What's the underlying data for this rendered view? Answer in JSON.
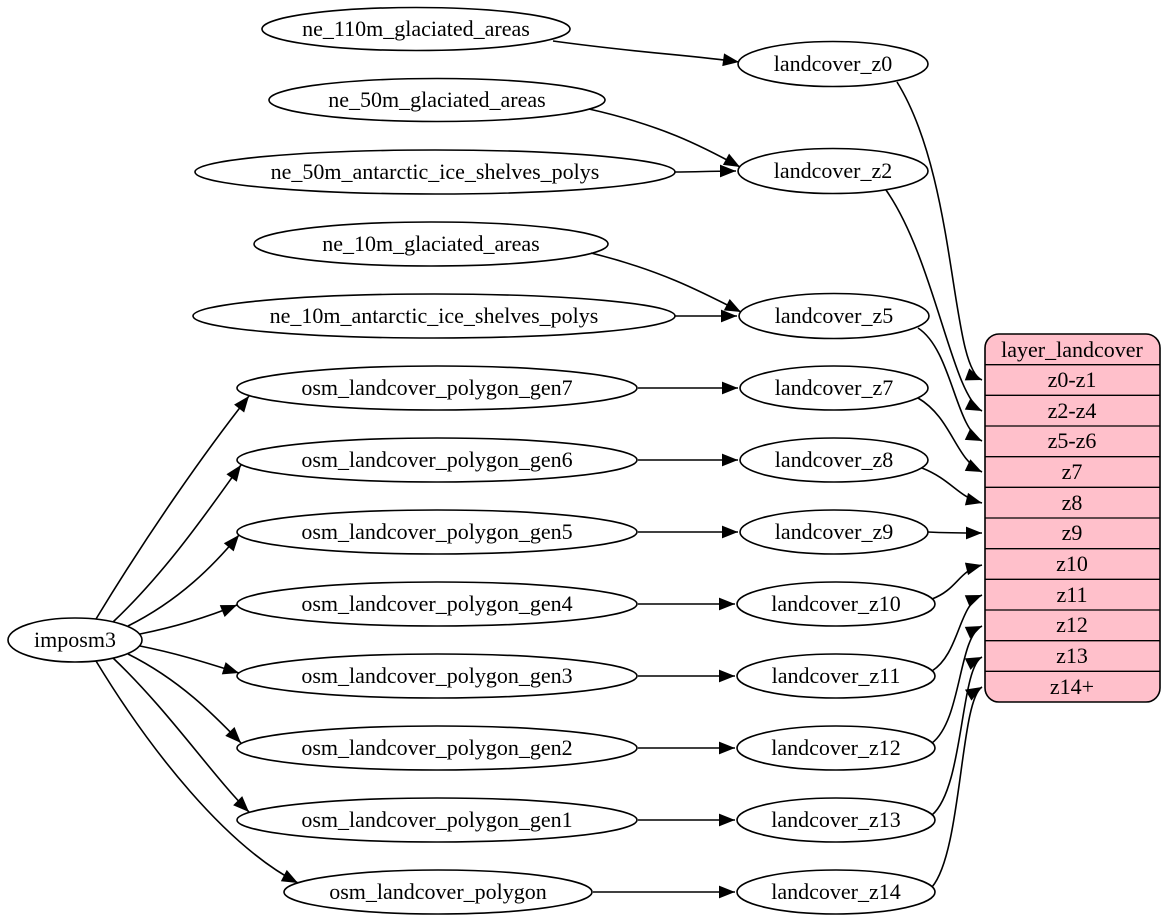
{
  "diagram": {
    "description": "ETL dependency graph for landcover layer",
    "nodes": [
      {
        "id": "imposm3",
        "label": "imposm3"
      },
      {
        "id": "ne_110m_glaciated_areas",
        "label": "ne_110m_glaciated_areas"
      },
      {
        "id": "ne_50m_glaciated_areas",
        "label": "ne_50m_glaciated_areas"
      },
      {
        "id": "ne_50m_antarctic_ice_shelves_polys",
        "label": "ne_50m_antarctic_ice_shelves_polys"
      },
      {
        "id": "ne_10m_glaciated_areas",
        "label": "ne_10m_glaciated_areas"
      },
      {
        "id": "ne_10m_antarctic_ice_shelves_polys",
        "label": "ne_10m_antarctic_ice_shelves_polys"
      },
      {
        "id": "osm_landcover_polygon_gen7",
        "label": "osm_landcover_polygon_gen7"
      },
      {
        "id": "osm_landcover_polygon_gen6",
        "label": "osm_landcover_polygon_gen6"
      },
      {
        "id": "osm_landcover_polygon_gen5",
        "label": "osm_landcover_polygon_gen5"
      },
      {
        "id": "osm_landcover_polygon_gen4",
        "label": "osm_landcover_polygon_gen4"
      },
      {
        "id": "osm_landcover_polygon_gen3",
        "label": "osm_landcover_polygon_gen3"
      },
      {
        "id": "osm_landcover_polygon_gen2",
        "label": "osm_landcover_polygon_gen2"
      },
      {
        "id": "osm_landcover_polygon_gen1",
        "label": "osm_landcover_polygon_gen1"
      },
      {
        "id": "osm_landcover_polygon",
        "label": "osm_landcover_polygon"
      },
      {
        "id": "landcover_z0",
        "label": "landcover_z0"
      },
      {
        "id": "landcover_z2",
        "label": "landcover_z2"
      },
      {
        "id": "landcover_z5",
        "label": "landcover_z5"
      },
      {
        "id": "landcover_z7",
        "label": "landcover_z7"
      },
      {
        "id": "landcover_z8",
        "label": "landcover_z8"
      },
      {
        "id": "landcover_z9",
        "label": "landcover_z9"
      },
      {
        "id": "landcover_z10",
        "label": "landcover_z10"
      },
      {
        "id": "landcover_z11",
        "label": "landcover_z11"
      },
      {
        "id": "landcover_z12",
        "label": "landcover_z12"
      },
      {
        "id": "landcover_z13",
        "label": "landcover_z13"
      },
      {
        "id": "landcover_z14",
        "label": "landcover_z14"
      }
    ],
    "layer_table": {
      "title": "layer_landcover",
      "rows": [
        "z0-z1",
        "z2-z4",
        "z5-z6",
        "z7",
        "z8",
        "z9",
        "z10",
        "z11",
        "z12",
        "z13",
        "z14+"
      ],
      "fill_color": "#ffc0cb"
    },
    "colors": {
      "node_stroke": "#000000",
      "edge_color": "#000000",
      "background": "#ffffff",
      "record_fill": "#ffc0cb"
    },
    "edges": [
      {
        "from": "imposm3",
        "to": "osm_landcover_polygon_gen7"
      },
      {
        "from": "imposm3",
        "to": "osm_landcover_polygon_gen6"
      },
      {
        "from": "imposm3",
        "to": "osm_landcover_polygon_gen5"
      },
      {
        "from": "imposm3",
        "to": "osm_landcover_polygon_gen4"
      },
      {
        "from": "imposm3",
        "to": "osm_landcover_polygon_gen3"
      },
      {
        "from": "imposm3",
        "to": "osm_landcover_polygon_gen2"
      },
      {
        "from": "imposm3",
        "to": "osm_landcover_polygon_gen1"
      },
      {
        "from": "imposm3",
        "to": "osm_landcover_polygon"
      },
      {
        "from": "ne_110m_glaciated_areas",
        "to": "landcover_z0"
      },
      {
        "from": "ne_50m_glaciated_areas",
        "to": "landcover_z2"
      },
      {
        "from": "ne_50m_antarctic_ice_shelves_polys",
        "to": "landcover_z2"
      },
      {
        "from": "ne_10m_glaciated_areas",
        "to": "landcover_z5"
      },
      {
        "from": "ne_10m_antarctic_ice_shelves_polys",
        "to": "landcover_z5"
      },
      {
        "from": "osm_landcover_polygon_gen7",
        "to": "landcover_z7"
      },
      {
        "from": "osm_landcover_polygon_gen6",
        "to": "landcover_z8"
      },
      {
        "from": "osm_landcover_polygon_gen5",
        "to": "landcover_z9"
      },
      {
        "from": "osm_landcover_polygon_gen4",
        "to": "landcover_z10"
      },
      {
        "from": "osm_landcover_polygon_gen3",
        "to": "landcover_z11"
      },
      {
        "from": "osm_landcover_polygon_gen2",
        "to": "landcover_z12"
      },
      {
        "from": "osm_landcover_polygon_gen1",
        "to": "landcover_z13"
      },
      {
        "from": "osm_landcover_polygon",
        "to": "landcover_z14"
      },
      {
        "from": "landcover_z0",
        "to": "layer_landcover:z0-z1"
      },
      {
        "from": "landcover_z2",
        "to": "layer_landcover:z2-z4"
      },
      {
        "from": "landcover_z5",
        "to": "layer_landcover:z5-z6"
      },
      {
        "from": "landcover_z7",
        "to": "layer_landcover:z7"
      },
      {
        "from": "landcover_z8",
        "to": "layer_landcover:z8"
      },
      {
        "from": "landcover_z9",
        "to": "layer_landcover:z9"
      },
      {
        "from": "landcover_z10",
        "to": "layer_landcover:z10"
      },
      {
        "from": "landcover_z11",
        "to": "layer_landcover:z11"
      },
      {
        "from": "landcover_z12",
        "to": "layer_landcover:z12"
      },
      {
        "from": "landcover_z13",
        "to": "layer_landcover:z13"
      },
      {
        "from": "landcover_z14",
        "to": "layer_landcover:z14+"
      }
    ]
  }
}
